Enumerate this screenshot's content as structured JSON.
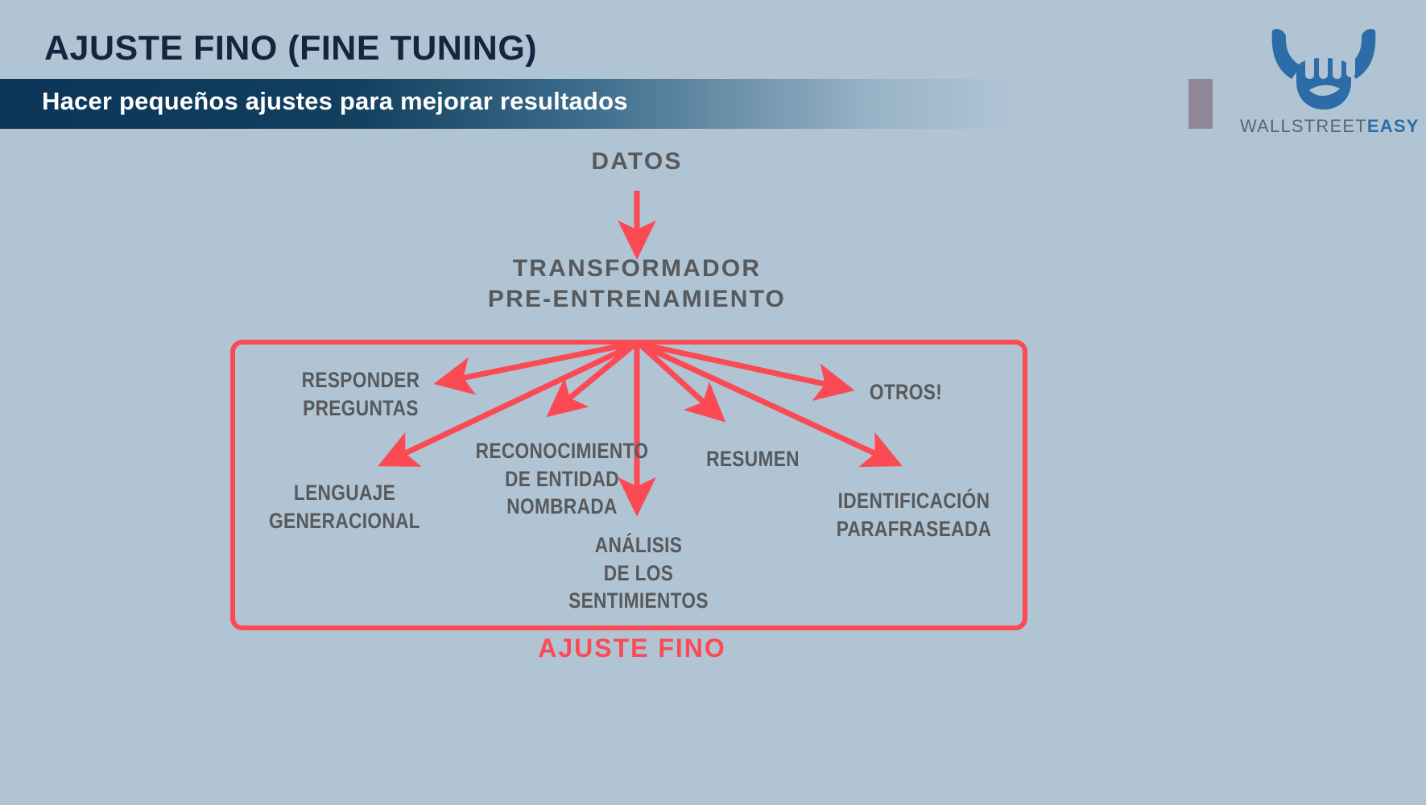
{
  "header": {
    "title": "AJUSTE FINO (FINE TUNING)",
    "subtitle": "Hacer pequeños ajustes para mejorar resultados",
    "title_color": "#12263f",
    "bar_color": "#0c3557"
  },
  "logo": {
    "icon": "bull-horns-fist-logo",
    "word_primary": "WALLSTREET",
    "word_accent": "EASY",
    "primary_color": "#5a6672",
    "accent_color": "#2c6ca8"
  },
  "diagram": {
    "accent_color": "#fb4a54",
    "text_color": "#58595b",
    "background_color": "#b0c4d4",
    "group_caption": "AJUSTE FINO",
    "nodes": {
      "datos": "DATOS",
      "transformador": "TRANSFORMADOR\nPRE-ENTRENAMIENTO",
      "responder": "RESPONDER\nPREGUNTAS",
      "lenguaje": "LENGUAJE\nGENERACIONAL",
      "reconocimiento": "RECONOCIMIENTO\nDE ENTIDAD\nNOMBRADA",
      "analisis": "ANÁLISIS\nDE LOS\nSENTIMIENTOS",
      "resumen": "RESUMEN",
      "otros": "OTROS!",
      "identificacion": "IDENTIFICACIÓN\nPARAFRASEADA"
    }
  },
  "chart_data": {
    "type": "diagram",
    "title": "AJUSTE FINO (FINE TUNING)",
    "flow": [
      {
        "from": "DATOS",
        "to": "TRANSFORMADOR PRE-ENTRENAMIENTO"
      },
      {
        "from": "TRANSFORMADOR PRE-ENTRENAMIENTO",
        "to": "RESPONDER PREGUNTAS"
      },
      {
        "from": "TRANSFORMADOR PRE-ENTRENAMIENTO",
        "to": "LENGUAJE GENERACIONAL"
      },
      {
        "from": "TRANSFORMADOR PRE-ENTRENAMIENTO",
        "to": "RECONOCIMIENTO DE ENTIDAD NOMBRADA"
      },
      {
        "from": "TRANSFORMADOR PRE-ENTRENAMIENTO",
        "to": "ANÁLISIS DE LOS SENTIMIENTOS"
      },
      {
        "from": "TRANSFORMADOR PRE-ENTRENAMIENTO",
        "to": "RESUMEN"
      },
      {
        "from": "TRANSFORMADOR PRE-ENTRENAMIENTO",
        "to": "IDENTIFICACIÓN PARAFRASEADA"
      },
      {
        "from": "TRANSFORMADOR PRE-ENTRENAMIENTO",
        "to": "OTROS!"
      }
    ],
    "group": {
      "label": "AJUSTE FINO",
      "members": [
        "RESPONDER PREGUNTAS",
        "LENGUAJE GENERACIONAL",
        "RECONOCIMIENTO DE ENTIDAD NOMBRADA",
        "ANÁLISIS DE LOS SENTIMIENTOS",
        "RESUMEN",
        "IDENTIFICACIÓN PARAFRASEADA",
        "OTROS!"
      ]
    }
  }
}
